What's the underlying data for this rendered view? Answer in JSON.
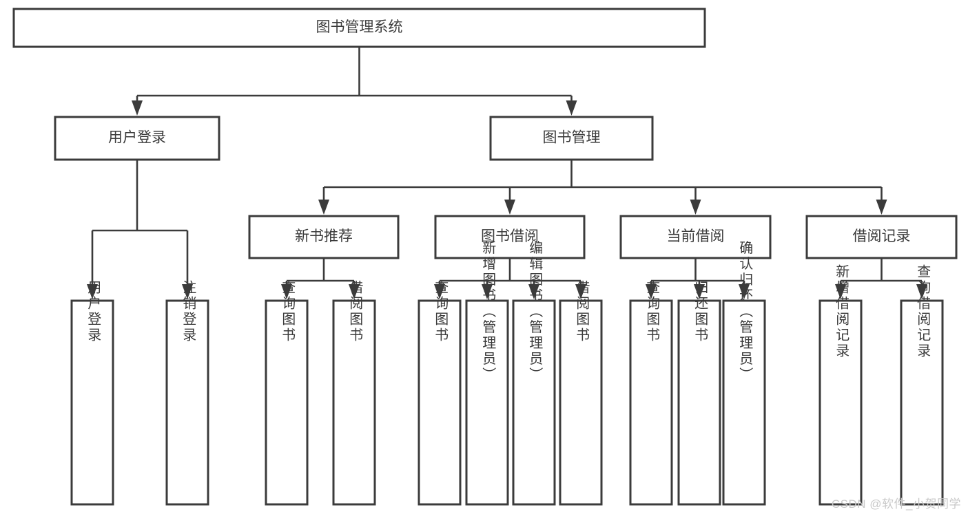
{
  "diagram": {
    "type": "tree-hierarchy",
    "title": "图书管理系统",
    "watermark": "CSDN @软件_小贺同学",
    "colors": {
      "stroke": "#3b3b3b",
      "fill": "#ffffff",
      "text": "#3b3b3b",
      "watermark": "#c9c9c9"
    },
    "root": {
      "id": "root",
      "label": "图书管理系统"
    },
    "level1": [
      {
        "id": "user-login",
        "label": "用户登录"
      },
      {
        "id": "book-manage",
        "label": "图书管理"
      }
    ],
    "level2": [
      {
        "id": "new-book-rec",
        "label": "新书推荐",
        "parent": "book-manage"
      },
      {
        "id": "book-borrow",
        "label": "图书借阅",
        "parent": "book-manage"
      },
      {
        "id": "current-borrow",
        "label": "当前借阅",
        "parent": "book-manage"
      },
      {
        "id": "borrow-record",
        "label": "借阅记录",
        "parent": "book-manage"
      }
    ],
    "leaves": {
      "user-login": [
        {
          "id": "leaf-user-login",
          "label": "用户登录"
        },
        {
          "id": "leaf-user-logout",
          "label": "注销登录"
        }
      ],
      "new-book-rec": [
        {
          "id": "leaf-query-book-1",
          "label": "查询图书"
        },
        {
          "id": "leaf-borrow-book-1",
          "label": "借阅图书"
        }
      ],
      "book-borrow": [
        {
          "id": "leaf-query-book-2",
          "label": "查询图书"
        },
        {
          "id": "leaf-add-book",
          "label": "新增图书（管理员）"
        },
        {
          "id": "leaf-edit-book",
          "label": "编辑图书（管理员）"
        },
        {
          "id": "leaf-borrow-book-2",
          "label": "借阅图书"
        }
      ],
      "current-borrow": [
        {
          "id": "leaf-query-book-3",
          "label": "查询图书"
        },
        {
          "id": "leaf-return-book",
          "label": "归还图书"
        },
        {
          "id": "leaf-confirm-return",
          "label": "确认归还（管理员）"
        }
      ],
      "borrow-record": [
        {
          "id": "leaf-add-record",
          "label": "新增借阅记录"
        },
        {
          "id": "leaf-query-record",
          "label": "查询借阅记录"
        }
      ]
    }
  }
}
